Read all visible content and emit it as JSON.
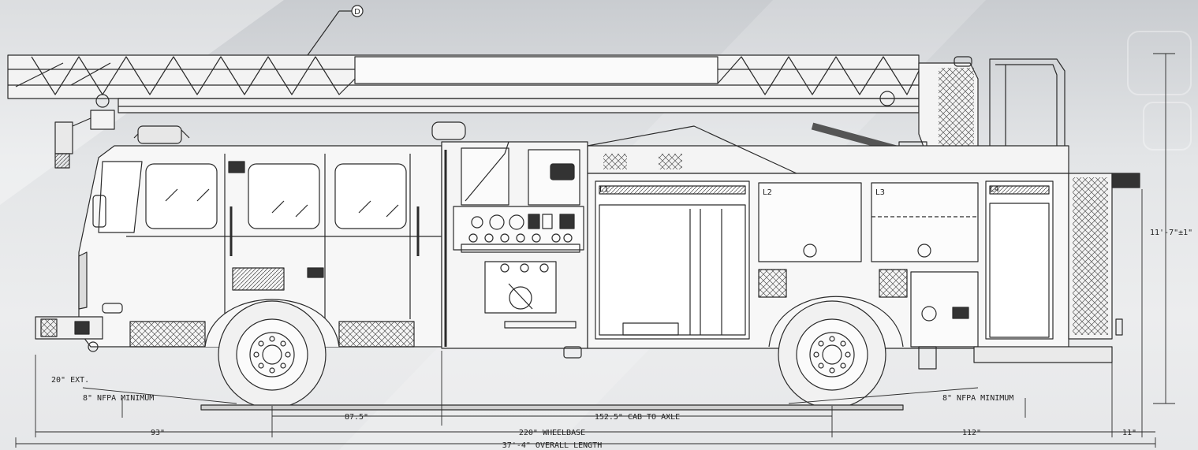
{
  "callout": "D",
  "compartments": {
    "l1": "L1",
    "l2": "L2",
    "l3": "L3",
    "l4": "L4"
  },
  "dimensions": {
    "height": "11'-7\"±1\"",
    "front_ext": "20\" EXT.",
    "front_nfpa": "8\" NFPA MINIMUM",
    "rear_nfpa": "8\" NFPA MINIMUM",
    "front_axle_to_cab": "87.5\"",
    "cab_to_axle": "152.5\" CAB TO AXLE",
    "front_overhang": "93\"",
    "wheelbase": "220\" WHEELBASE",
    "rear_overhang": "112\"",
    "rear_ext": "11\"",
    "overall_length": "37'-4\" OVERALL LENGTH"
  },
  "colors": {
    "line": "#2b2b2b",
    "bg": "#e4e5e7",
    "panel": "#f6f6f6"
  }
}
